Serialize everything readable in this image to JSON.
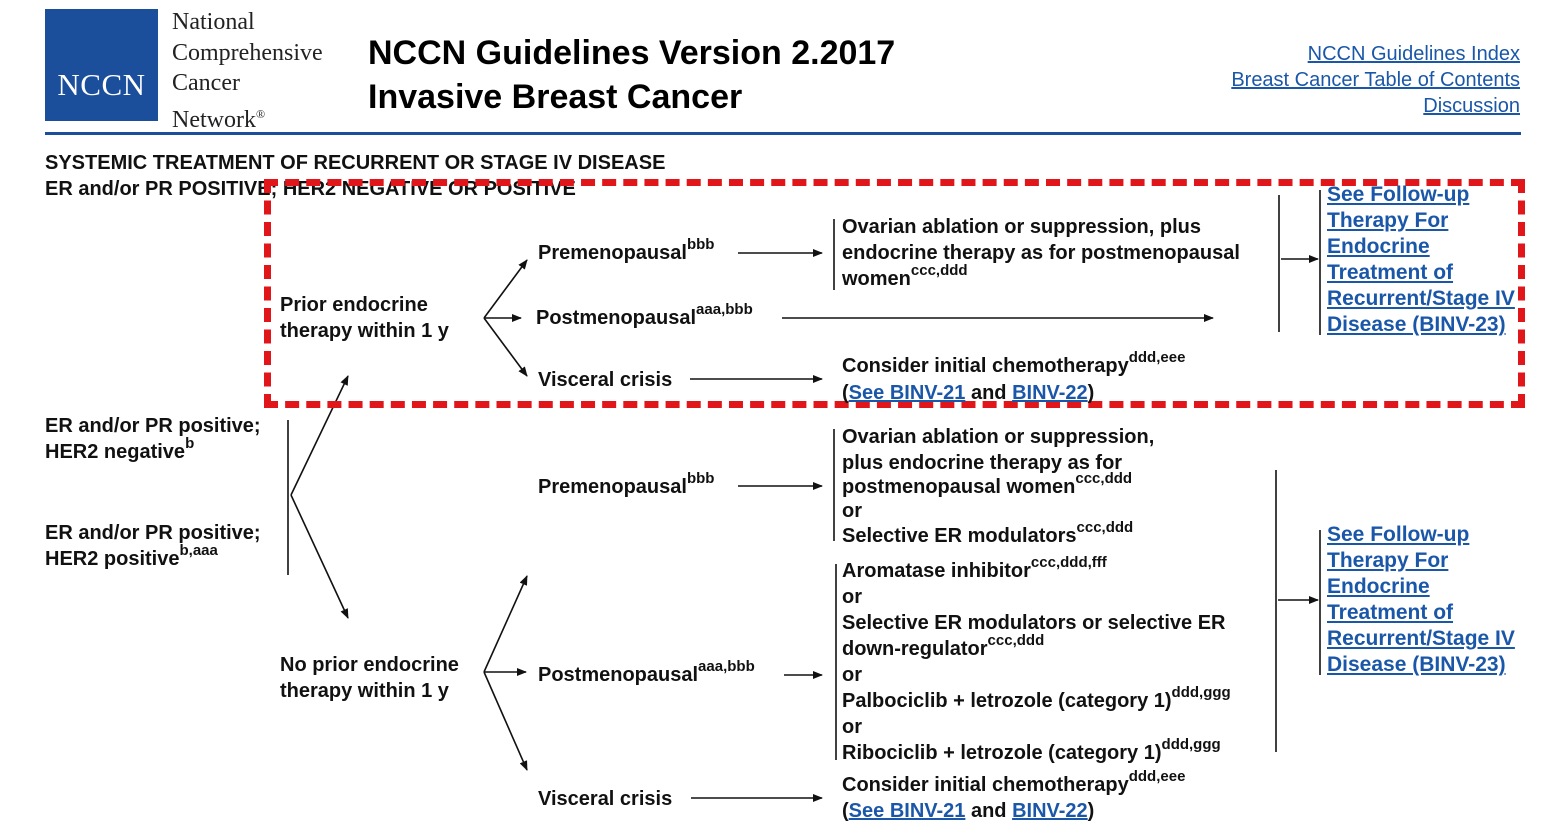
{
  "header": {
    "logo_text": "NCCN",
    "org_lines": [
      "National",
      "Comprehensive",
      "Cancer",
      "Network"
    ],
    "org_mark": "®",
    "title_line1": "NCCN Guidelines Version 2.2017",
    "title_line2": "Invasive Breast Cancer",
    "links": [
      "NCCN Guidelines Index",
      "Breast Cancer Table of Contents",
      "Discussion"
    ]
  },
  "section": {
    "heading1": "SYSTEMIC TREATMENT OF RECURRENT OR STAGE IV DISEASE",
    "heading2": "ER and/or PR POSITIVE; HER2 NEGATIVE OR POSITIVE"
  },
  "left_groups": [
    {
      "line1": "ER and/or PR positive;",
      "line2": "HER2 negative",
      "sup": "b"
    },
    {
      "line1": "ER and/or PR positive;",
      "line2": "HER2 positive",
      "sup": "b,aaa"
    }
  ],
  "prior": {
    "line1": "Prior endocrine",
    "line2": "therapy within 1 y",
    "premenopausal": {
      "label": "Premenopausal",
      "sup": "bbb"
    },
    "postmenopausal": {
      "label": "Postmenopausal",
      "sup": "aaa,bbb"
    },
    "visceral": {
      "label": "Visceral crisis"
    },
    "pre_treatment": {
      "line1": "Ovarian ablation or suppression, plus",
      "line2": "endocrine therapy as for postmenopausal",
      "line3": "women",
      "line3_sup": "ccc,ddd"
    },
    "visceral_treatment": {
      "line1": "Consider initial chemotherapy",
      "line1_sup": "ddd,eee",
      "open": "(",
      "link1": "See BINV-21",
      "and": " and ",
      "link2": "BINV-22",
      "close": ")"
    },
    "follow_up": [
      "See Follow-up",
      "Therapy For",
      "Endocrine",
      "Treatment of",
      "Recurrent/Stage IV",
      "Disease (BINV-23)"
    ]
  },
  "noprior": {
    "line1": "No prior endocrine",
    "line2": "therapy within 1 y",
    "premenopausal": {
      "label": "Premenopausal",
      "sup": "bbb"
    },
    "postmenopausal": {
      "label": "Postmenopausal",
      "sup": "aaa,bbb"
    },
    "visceral": {
      "label": "Visceral crisis"
    },
    "pre_treatment": {
      "l1": "Ovarian ablation or suppression,",
      "l2": "plus endocrine therapy as for",
      "l3": "postmenopausal women",
      "l3_sup": "ccc,ddd",
      "l4": "or",
      "l5": "Selective ER modulators",
      "l5_sup": "ccc,ddd"
    },
    "post_treatment": {
      "l1": "Aromatase inhibitor",
      "l1_sup": "ccc,ddd,fff",
      "l2": "or",
      "l3": "Selective ER modulators or selective ER",
      "l4": "down-regulator",
      "l4_sup": "ccc,ddd",
      "l5": "or",
      "l6": "Palbociclib + letrozole (category 1)",
      "l6_sup": "ddd,ggg",
      "l7": "or",
      "l8": "Ribociclib + letrozole (category 1)",
      "l8_sup": "ddd,ggg"
    },
    "visceral_treatment": {
      "line1": "Consider initial chemotherapy",
      "line1_sup": "ddd,eee",
      "open": "(",
      "link1": "See BINV-21",
      "and": " and ",
      "link2": "BINV-22",
      "close": ")"
    },
    "follow_up": [
      "See Follow-up",
      "Therapy For",
      "Endocrine",
      "Treatment of",
      "Recurrent/Stage IV",
      "Disease (BINV-23)"
    ]
  },
  "colors": {
    "brand_blue": "#1b4f9c",
    "link_blue": "#1a57a8",
    "highlight_red": "#e0161b"
  }
}
